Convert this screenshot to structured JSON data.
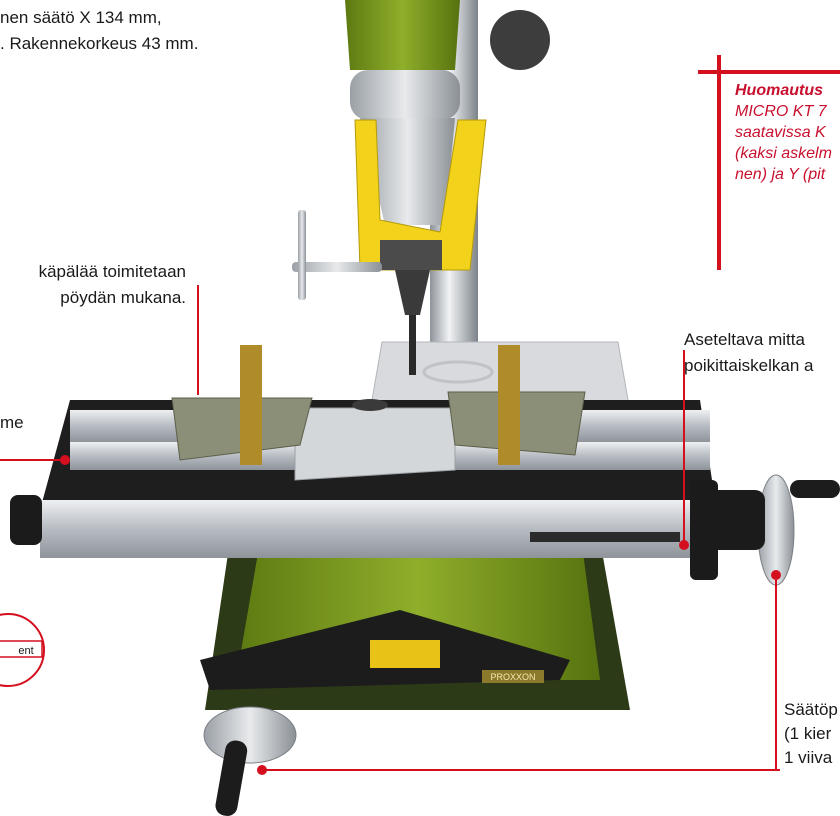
{
  "top_text": {
    "line1": "nen säätö X 134 mm,",
    "line2": ". Rakennekorkeus 43 mm."
  },
  "note": {
    "heading": "Huomautus",
    "lines": [
      "MICRO KT 7",
      "saatavissa K",
      "(kaksi askelm",
      "nen) ja Y (pit"
    ]
  },
  "callouts": {
    "clamp_line1": "käpälää toimitetaan",
    "clamp_line2": "pöydän mukana.",
    "left_partial": "me",
    "scale_line1": "Aseteltava mitta",
    "scale_line2": "poikittaiskelkan a",
    "hand_line1": "Säätöp",
    "hand_line2": "(1 kier",
    "hand_line3": "1 viiva"
  },
  "product": {
    "brand_plate": "PROXXON",
    "seal_text": "ent"
  },
  "colors": {
    "accent_red": "#d40f1e",
    "machine_green": "#7a9a1e",
    "aluminium": "#c9cdd2",
    "yellow": "#f2d21b"
  }
}
